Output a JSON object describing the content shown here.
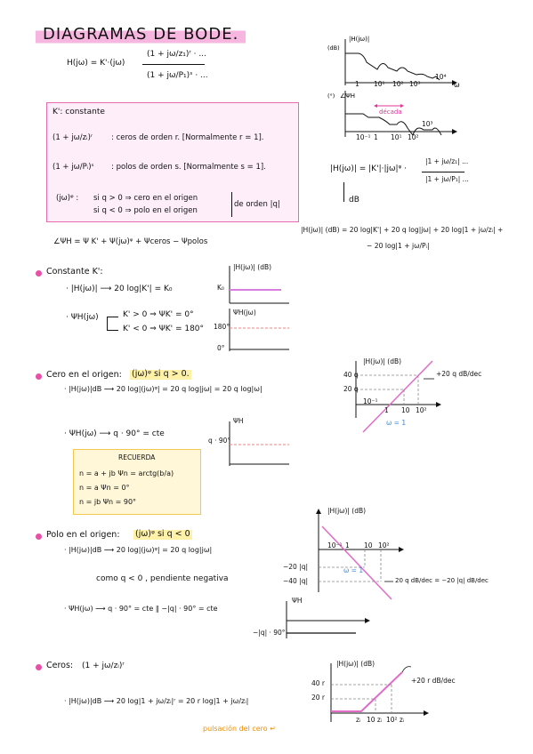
{
  "title": "DIAGRAMAS DE BODE.",
  "intro": {
    "h_def_lhs": "H(jω) =",
    "h_def_k": "K'·(jω)",
    "h_def_k_exp": "q",
    "h_def_num": "(1 + jω/z₁)ʳ · ...",
    "h_def_den": "(1 + jω/P₁)ˢ · ...",
    "mag_label": "|H(jω)|",
    "mag_unit": "(dB)",
    "phase_label": "∠ΨH",
    "phase_unit": "(°)",
    "decada": "década",
    "log_ticks": [
      "10⁻¹",
      "1",
      "10¹",
      "10²",
      "10³",
      "10⁴"
    ],
    "omega": "ω"
  },
  "constants_box": {
    "k_const": "K': constante",
    "ceros_expr": "(1 + jω/zᵢ)ʳ",
    "ceros_text": ": ceros de orden r.  [Normalmente r = 1].",
    "polos_expr": "(1 + jω/Pᵢ)ˢ",
    "polos_text": ": polos de orden s.  [Normalmente s = 1].",
    "jw_expr": "(jω)ᵠ :",
    "q_pos": "si q > 0  ⇒  cero en el origen",
    "q_neg": "si q < 0  ⇒  polo en el origen",
    "orden": "de orden |q|"
  },
  "mag_formula": {
    "line1_lhs": "|H(jω)| = |K'|·|jω|ᵠ ·",
    "line1_num": "|1 + jω/z₁| ...",
    "line1_den": "|1 + jω/P₁| ...",
    "db": "dB",
    "line2": "|H(jω)| (dB) = 20 log|K'| + 20 q log|jω| + 20 log|1 + jω/zᵢ| +",
    "line3": "− 20 log|1 + jω/Pᵢ|"
  },
  "phase_formula": "∠ΨH = Ψ K' + Ψ(jω)ᵠ + Ψceros − Ψpolos",
  "sections": {
    "constante": {
      "heading": "Constante K':",
      "mag": "· |H(jω)|  ⟶  20 log|K'| = K₀",
      "phase_lbl": "· ΨH(jω)",
      "k_pos": "K' > 0  ⇒ ΨK' = 0°",
      "k_neg": "K' < 0  ⇒ ΨK' = 180°",
      "g_mag": "|H(jω)| (dB)",
      "g_k0": "K₀",
      "g_phase": "ΨH(jω)",
      "g_180": "180°",
      "g_0": "0°"
    },
    "cero_origen": {
      "heading": "Cero en el origen:",
      "heading_hl": "(jω)ᵠ si q > 0.",
      "mag": "· |H(jω)|dB  ⟶  20 log|(jω)ᵠ| = 20 q log|jω| = 20 q log|ω|",
      "phase": "· ΨH(jω)  ⟶  q · 90° = cte",
      "g_mag": "|H(jω)| (dB)",
      "g_40q": "40 q",
      "g_20q": "20 q",
      "g_slope": "+20 q dB/dec",
      "g_ticks": [
        "10⁻¹",
        "1",
        "10",
        "10²"
      ],
      "g_w1": "ω = 1",
      "g_phase": "ΨH",
      "g_q90": "q · 90°"
    },
    "recuerda": {
      "title": "RECUERDA",
      "l1": "n = a + jb     Ψn = arctg(b/a)",
      "l2": "n = a        Ψn = 0°",
      "l3": "n = jb       Ψn = 90°"
    },
    "polo_origen": {
      "heading": "Polo en el origen:",
      "heading_hl": "(jω)ᵠ si q < 0",
      "mag": "· |H(jω)|dB  ⟶  20 log|(jω)ᵠ| = 20 q log|jω|",
      "note": "como q < 0 , pendiente negativa",
      "phase": "· ΨH(jω)  ⟶  q · 90° = cte   ∥  −|q| · 90° = cte",
      "g_mag": "|H(jω)| (dB)",
      "g_m20": "−20 |q|",
      "g_m40": "−40 |q|",
      "g_slope": "20 q dB/dec = −20 |q| dB/dec",
      "g_ticks": [
        "10⁻¹",
        "1",
        "10",
        "10²"
      ],
      "g_w1": "ω = 1",
      "g_phase": "ΨH",
      "g_q90": "−|q| · 90°"
    },
    "ceros": {
      "heading": "Ceros:",
      "expr": "(1 + jω/zᵢ)ʳ",
      "mag": "· |H(jω)|dB  ⟶  20 log|1 + jω/zᵢ|ʳ = 20 r log|1 + jω/zᵢ|",
      "pulsacion": "pulsación del cero ↵",
      "g_mag": "|H(jω)| (dB)",
      "g_40r": "40 r",
      "g_20r": "20 r",
      "g_slope": "+20 r dB/dec",
      "g_ticks": [
        "zᵢ",
        "10 zᵢ",
        "10² zᵢ"
      ]
    }
  }
}
